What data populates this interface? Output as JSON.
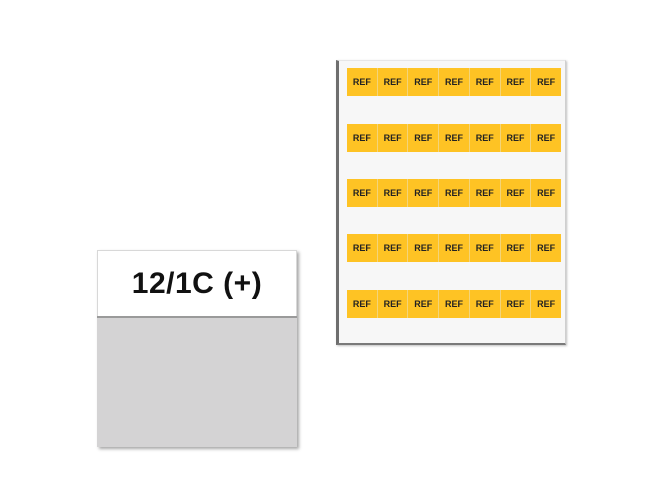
{
  "left_label": {
    "text": "12/1C (+)",
    "top_color": "#ffffff",
    "bottom_color": "#d4d3d4"
  },
  "label_sheet": {
    "background": "#f7f7f7",
    "tag_color": "#fec324",
    "rows": [
      [
        "REF",
        "REF",
        "REF",
        "REF",
        "REF",
        "REF",
        "REF"
      ],
      [
        "REF",
        "REF",
        "REF",
        "REF",
        "REF",
        "REF",
        "REF"
      ],
      [
        "REF",
        "REF",
        "REF",
        "REF",
        "REF",
        "REF",
        "REF"
      ],
      [
        "REF",
        "REF",
        "REF",
        "REF",
        "REF",
        "REF",
        "REF"
      ],
      [
        "REF",
        "REF",
        "REF",
        "REF",
        "REF",
        "REF",
        "REF"
      ]
    ]
  }
}
